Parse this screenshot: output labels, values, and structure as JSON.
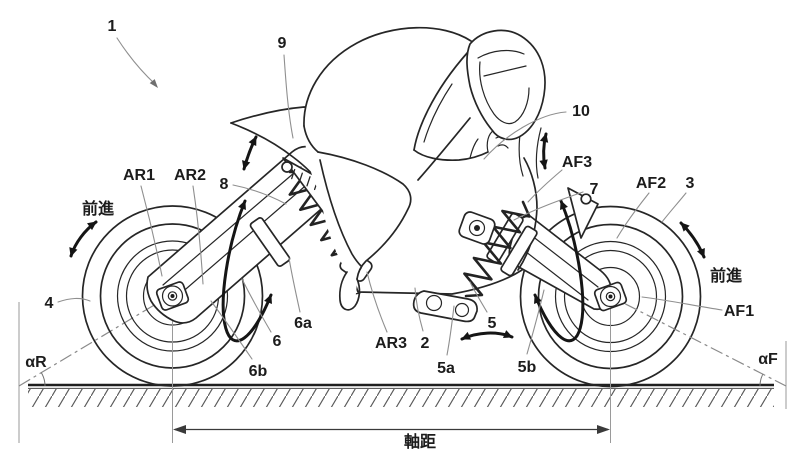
{
  "figure": {
    "kind": "patent line drawing",
    "subject": "Motorcycle with crouched rider, front and rear swing-arm suspensions with coil springs, caster angles and wheelbase dimension",
    "background_color": "#ffffff",
    "line_color": "#262626"
  },
  "labels": {
    "n1": "1",
    "n2": "2",
    "n3": "3",
    "n4": "4",
    "n5": "5",
    "n5a": "5a",
    "n5b": "5b",
    "n6": "6",
    "n6a": "6a",
    "n6b": "6b",
    "n7": "7",
    "n8": "8",
    "n9": "9",
    "n10": "10",
    "ar1": "AR1",
    "ar2": "AR2",
    "ar3": "AR3",
    "af1": "AF1",
    "af2": "AF2",
    "af3": "AF3",
    "alpha_r": "αR",
    "alpha_f": "αF",
    "forward_left": "前進",
    "forward_right": "前進",
    "wheelbase": "軸距"
  }
}
